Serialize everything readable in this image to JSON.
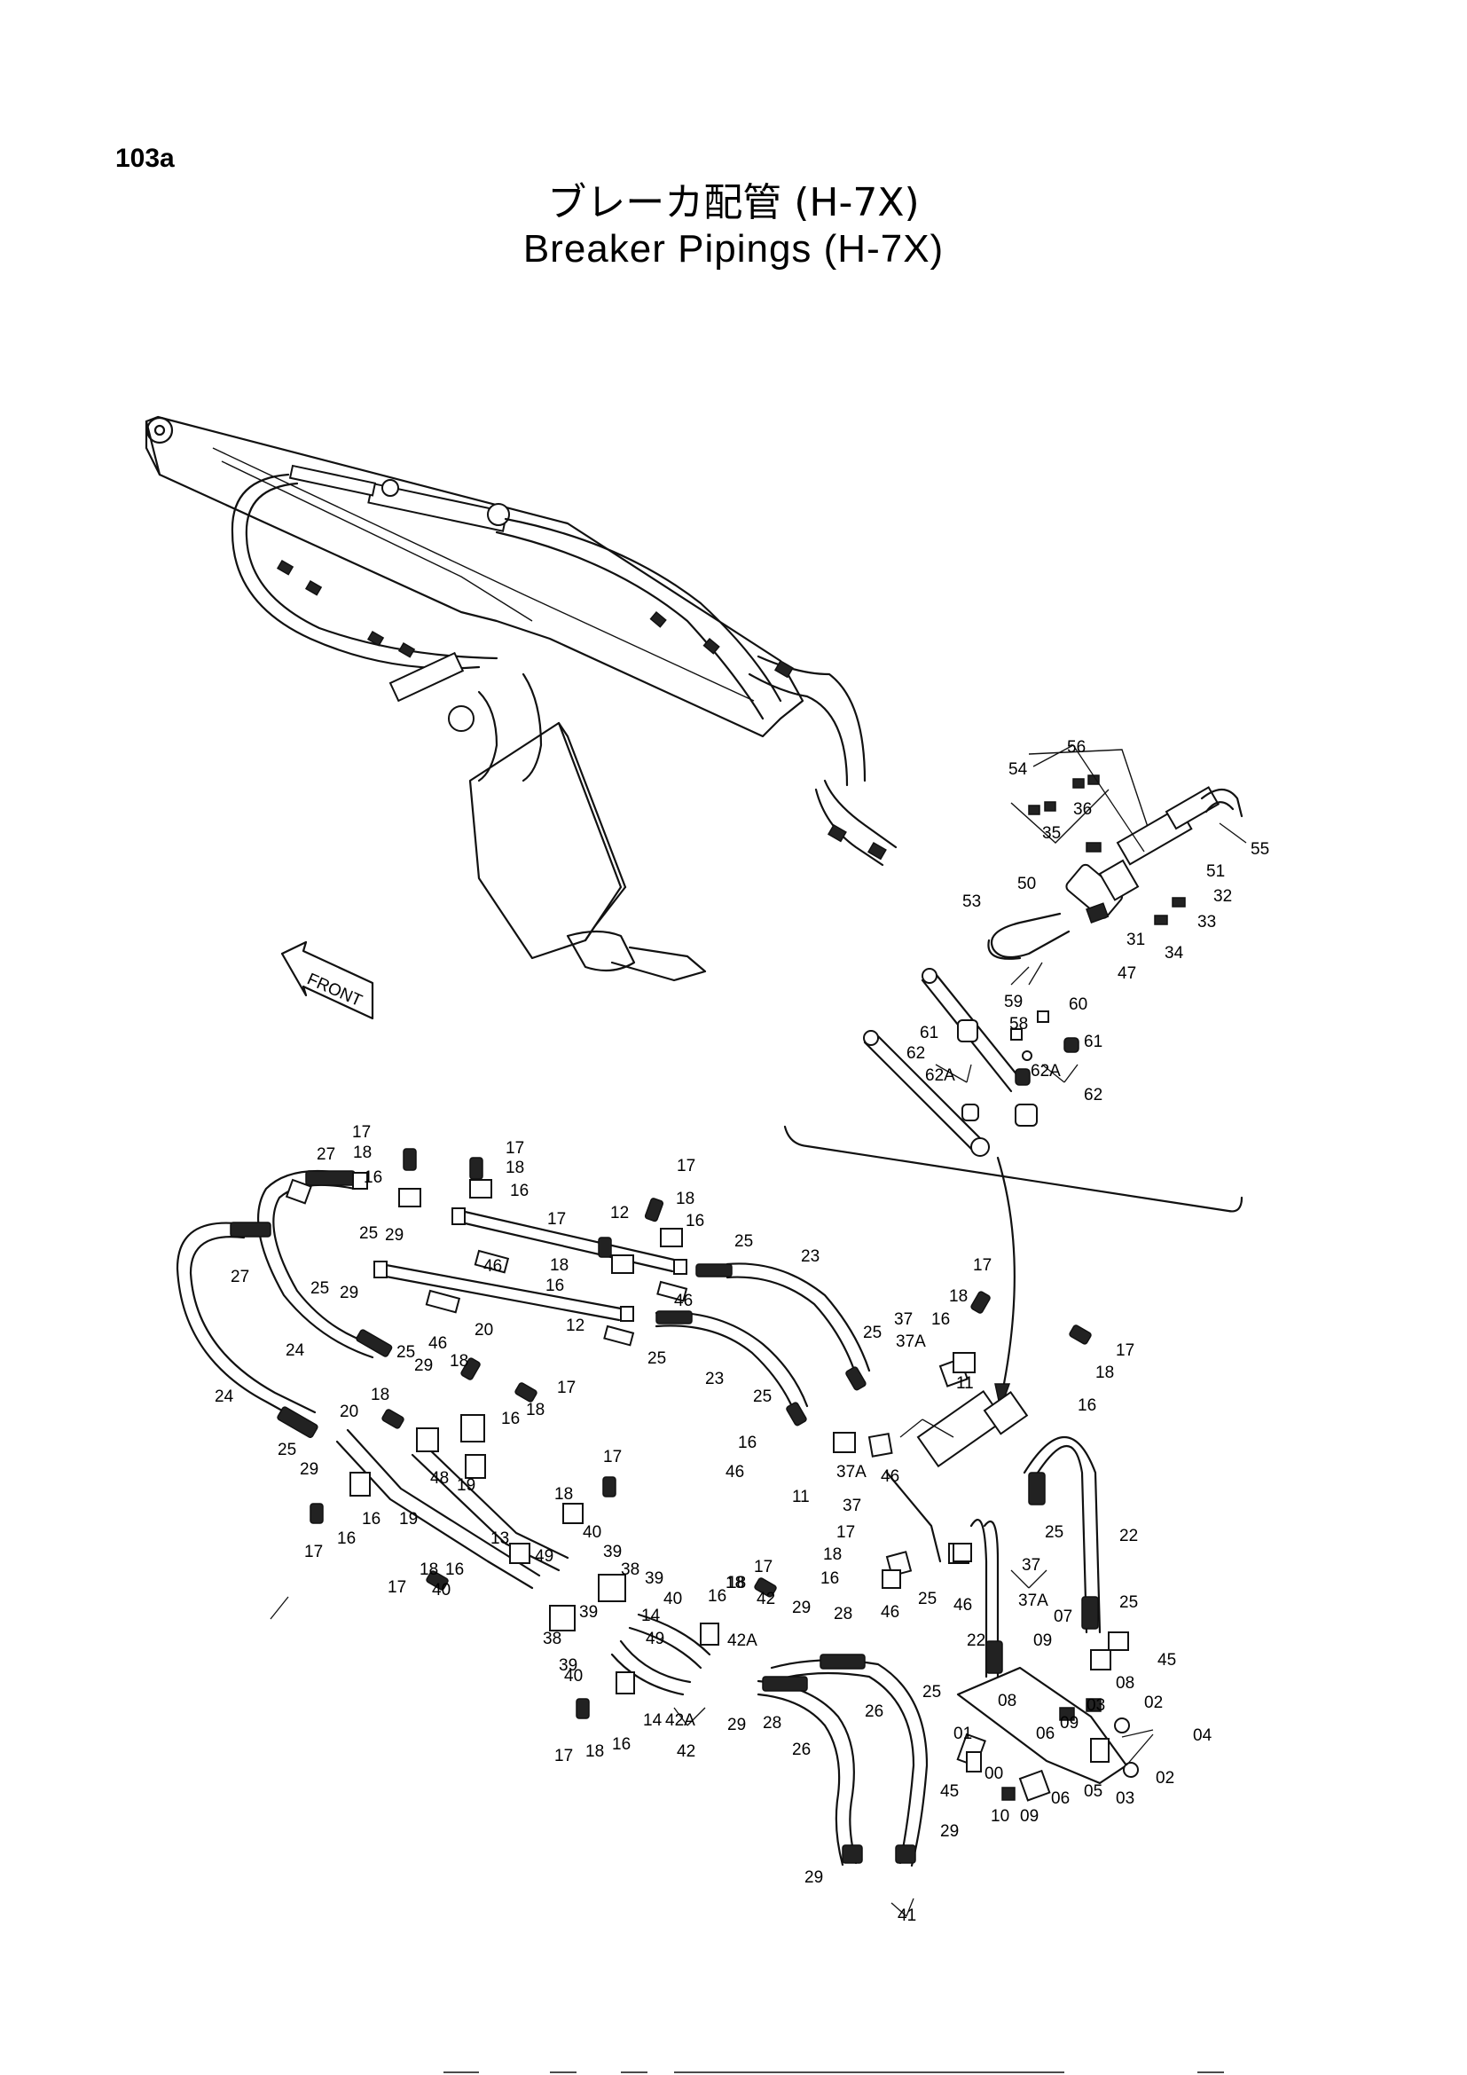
{
  "page": {
    "page_number": "103a",
    "title_jp": "ブレーカ配管 (H-7X)",
    "title_en": "Breaker Pipings (H-7X)"
  },
  "front_label": "FRONT",
  "callouts": [
    {
      "id": "c1",
      "text": "56"
    },
    {
      "id": "c2",
      "text": "54"
    },
    {
      "id": "c3",
      "text": "36"
    },
    {
      "id": "c4",
      "text": "35"
    },
    {
      "id": "c5",
      "text": "55"
    },
    {
      "id": "c6",
      "text": "51"
    },
    {
      "id": "c7",
      "text": "32"
    },
    {
      "id": "c8",
      "text": "53"
    },
    {
      "id": "c9",
      "text": "50"
    },
    {
      "id": "c10",
      "text": "33"
    },
    {
      "id": "c11",
      "text": "34"
    },
    {
      "id": "c12",
      "text": "31"
    },
    {
      "id": "c13",
      "text": "47"
    },
    {
      "id": "c14",
      "text": "59"
    },
    {
      "id": "c15",
      "text": "60"
    },
    {
      "id": "c16",
      "text": "58"
    },
    {
      "id": "c17",
      "text": "61"
    },
    {
      "id": "c18",
      "text": "61"
    },
    {
      "id": "c19",
      "text": "62"
    },
    {
      "id": "c20",
      "text": "62A"
    },
    {
      "id": "c21",
      "text": "62A"
    },
    {
      "id": "c22",
      "text": "62"
    },
    {
      "id": "c23",
      "text": "17"
    },
    {
      "id": "c24",
      "text": "18"
    },
    {
      "id": "c25",
      "text": "27"
    },
    {
      "id": "c26",
      "text": "16"
    },
    {
      "id": "c27",
      "text": "17"
    },
    {
      "id": "c28",
      "text": "18"
    },
    {
      "id": "c29",
      "text": "16"
    },
    {
      "id": "c30",
      "text": "17"
    },
    {
      "id": "c31",
      "text": "18"
    },
    {
      "id": "c32",
      "text": "16"
    },
    {
      "id": "c33",
      "text": "12"
    },
    {
      "id": "c34",
      "text": "17"
    },
    {
      "id": "c35",
      "text": "25"
    },
    {
      "id": "c36",
      "text": "29"
    },
    {
      "id": "c37",
      "text": "25"
    },
    {
      "id": "c38",
      "text": "23"
    },
    {
      "id": "c39",
      "text": "27"
    },
    {
      "id": "c40",
      "text": "25"
    },
    {
      "id": "c41",
      "text": "29"
    },
    {
      "id": "c42",
      "text": "46"
    },
    {
      "id": "c43",
      "text": "18"
    },
    {
      "id": "c44",
      "text": "16"
    },
    {
      "id": "c45",
      "text": "46"
    },
    {
      "id": "c46",
      "text": "12"
    },
    {
      "id": "c47",
      "text": "46"
    },
    {
      "id": "c48",
      "text": "25"
    },
    {
      "id": "c49",
      "text": "23"
    },
    {
      "id": "c50",
      "text": "17"
    },
    {
      "id": "c51",
      "text": "18"
    },
    {
      "id": "c52",
      "text": "37"
    },
    {
      "id": "c53",
      "text": "25"
    },
    {
      "id": "c54",
      "text": "16"
    },
    {
      "id": "c55",
      "text": "37A"
    },
    {
      "id": "c56",
      "text": "24"
    },
    {
      "id": "c57",
      "text": "25"
    },
    {
      "id": "c58",
      "text": "18"
    },
    {
      "id": "c59",
      "text": "20"
    },
    {
      "id": "c60",
      "text": "29"
    },
    {
      "id": "c61",
      "text": "17"
    },
    {
      "id": "c62",
      "text": "18"
    },
    {
      "id": "c63",
      "text": "11"
    },
    {
      "id": "c64",
      "text": "24"
    },
    {
      "id": "c65",
      "text": "18"
    },
    {
      "id": "c66",
      "text": "20"
    },
    {
      "id": "c67",
      "text": "17"
    },
    {
      "id": "c68",
      "text": "18"
    },
    {
      "id": "c69",
      "text": "16"
    },
    {
      "id": "c70",
      "text": "25"
    },
    {
      "id": "c71",
      "text": "16"
    },
    {
      "id": "c72",
      "text": "25"
    },
    {
      "id": "c73",
      "text": "29"
    },
    {
      "id": "c74",
      "text": "48"
    },
    {
      "id": "c75",
      "text": "16"
    },
    {
      "id": "c76",
      "text": "46"
    },
    {
      "id": "c77",
      "text": "11"
    },
    {
      "id": "c78",
      "text": "37A"
    },
    {
      "id": "c79",
      "text": "46"
    },
    {
      "id": "c80",
      "text": "19"
    },
    {
      "id": "c81",
      "text": "19"
    },
    {
      "id": "c82",
      "text": "17"
    },
    {
      "id": "c83",
      "text": "16"
    },
    {
      "id": "c84",
      "text": "18"
    },
    {
      "id": "c85",
      "text": "16"
    },
    {
      "id": "c86",
      "text": "37"
    },
    {
      "id": "c87",
      "text": "13"
    },
    {
      "id": "c88",
      "text": "40"
    },
    {
      "id": "c89",
      "text": "17"
    },
    {
      "id": "c90",
      "text": "25"
    },
    {
      "id": "c91",
      "text": "22"
    },
    {
      "id": "c92",
      "text": "17"
    },
    {
      "id": "c93",
      "text": "18"
    },
    {
      "id": "c94",
      "text": "49"
    },
    {
      "id": "c95",
      "text": "39"
    },
    {
      "id": "c96",
      "text": "18"
    },
    {
      "id": "c97",
      "text": "16"
    },
    {
      "id": "c98",
      "text": "38"
    },
    {
      "id": "c99",
      "text": "16"
    },
    {
      "id": "c100",
      "text": "18"
    },
    {
      "id": "c101",
      "text": "39"
    },
    {
      "id": "c102",
      "text": "46"
    },
    {
      "id": "c103",
      "text": "25"
    },
    {
      "id": "c104",
      "text": "46"
    },
    {
      "id": "c105",
      "text": "37"
    },
    {
      "id": "c106",
      "text": "17"
    },
    {
      "id": "c107",
      "text": "40"
    },
    {
      "id": "c108",
      "text": "16"
    },
    {
      "id": "c109",
      "text": "18"
    },
    {
      "id": "c110",
      "text": "17"
    },
    {
      "id": "c111",
      "text": "40"
    },
    {
      "id": "c112",
      "text": "14"
    },
    {
      "id": "c113",
      "text": "42"
    },
    {
      "id": "c114",
      "text": "29"
    },
    {
      "id": "c115",
      "text": "28"
    },
    {
      "id": "c116",
      "text": "37A"
    },
    {
      "id": "c117",
      "text": "07"
    },
    {
      "id": "c118",
      "text": "25"
    },
    {
      "id": "c119",
      "text": "39"
    },
    {
      "id": "c120",
      "text": "38"
    },
    {
      "id": "c121",
      "text": "49"
    },
    {
      "id": "c122",
      "text": "42A"
    },
    {
      "id": "c123",
      "text": "22"
    },
    {
      "id": "c124",
      "text": "09"
    },
    {
      "id": "c125",
      "text": "45"
    },
    {
      "id": "c126",
      "text": "39"
    },
    {
      "id": "c127",
      "text": "40"
    },
    {
      "id": "c128",
      "text": "28"
    },
    {
      "id": "c129",
      "text": "26"
    },
    {
      "id": "c130",
      "text": "25"
    },
    {
      "id": "c131",
      "text": "08"
    },
    {
      "id": "c132",
      "text": "08"
    },
    {
      "id": "c133",
      "text": "03"
    },
    {
      "id": "c134",
      "text": "02"
    },
    {
      "id": "c135",
      "text": "14"
    },
    {
      "id": "c136",
      "text": "42A"
    },
    {
      "id": "c137",
      "text": "29"
    },
    {
      "id": "c138",
      "text": "09"
    },
    {
      "id": "c139",
      "text": "06"
    },
    {
      "id": "c140",
      "text": "01"
    },
    {
      "id": "c141",
      "text": "04"
    },
    {
      "id": "c142",
      "text": "17"
    },
    {
      "id": "c143",
      "text": "18"
    },
    {
      "id": "c144",
      "text": "16"
    },
    {
      "id": "c145",
      "text": "42"
    },
    {
      "id": "c146",
      "text": "26"
    },
    {
      "id": "c147",
      "text": "00"
    },
    {
      "id": "c148",
      "text": "45"
    },
    {
      "id": "c149",
      "text": "05"
    },
    {
      "id": "c150",
      "text": "02"
    },
    {
      "id": "c151",
      "text": "06"
    },
    {
      "id": "c152",
      "text": "03"
    },
    {
      "id": "c153",
      "text": "29"
    },
    {
      "id": "c154",
      "text": "10"
    },
    {
      "id": "c155",
      "text": "09"
    },
    {
      "id": "c156",
      "text": "29"
    },
    {
      "id": "c157",
      "text": "41"
    }
  ]
}
